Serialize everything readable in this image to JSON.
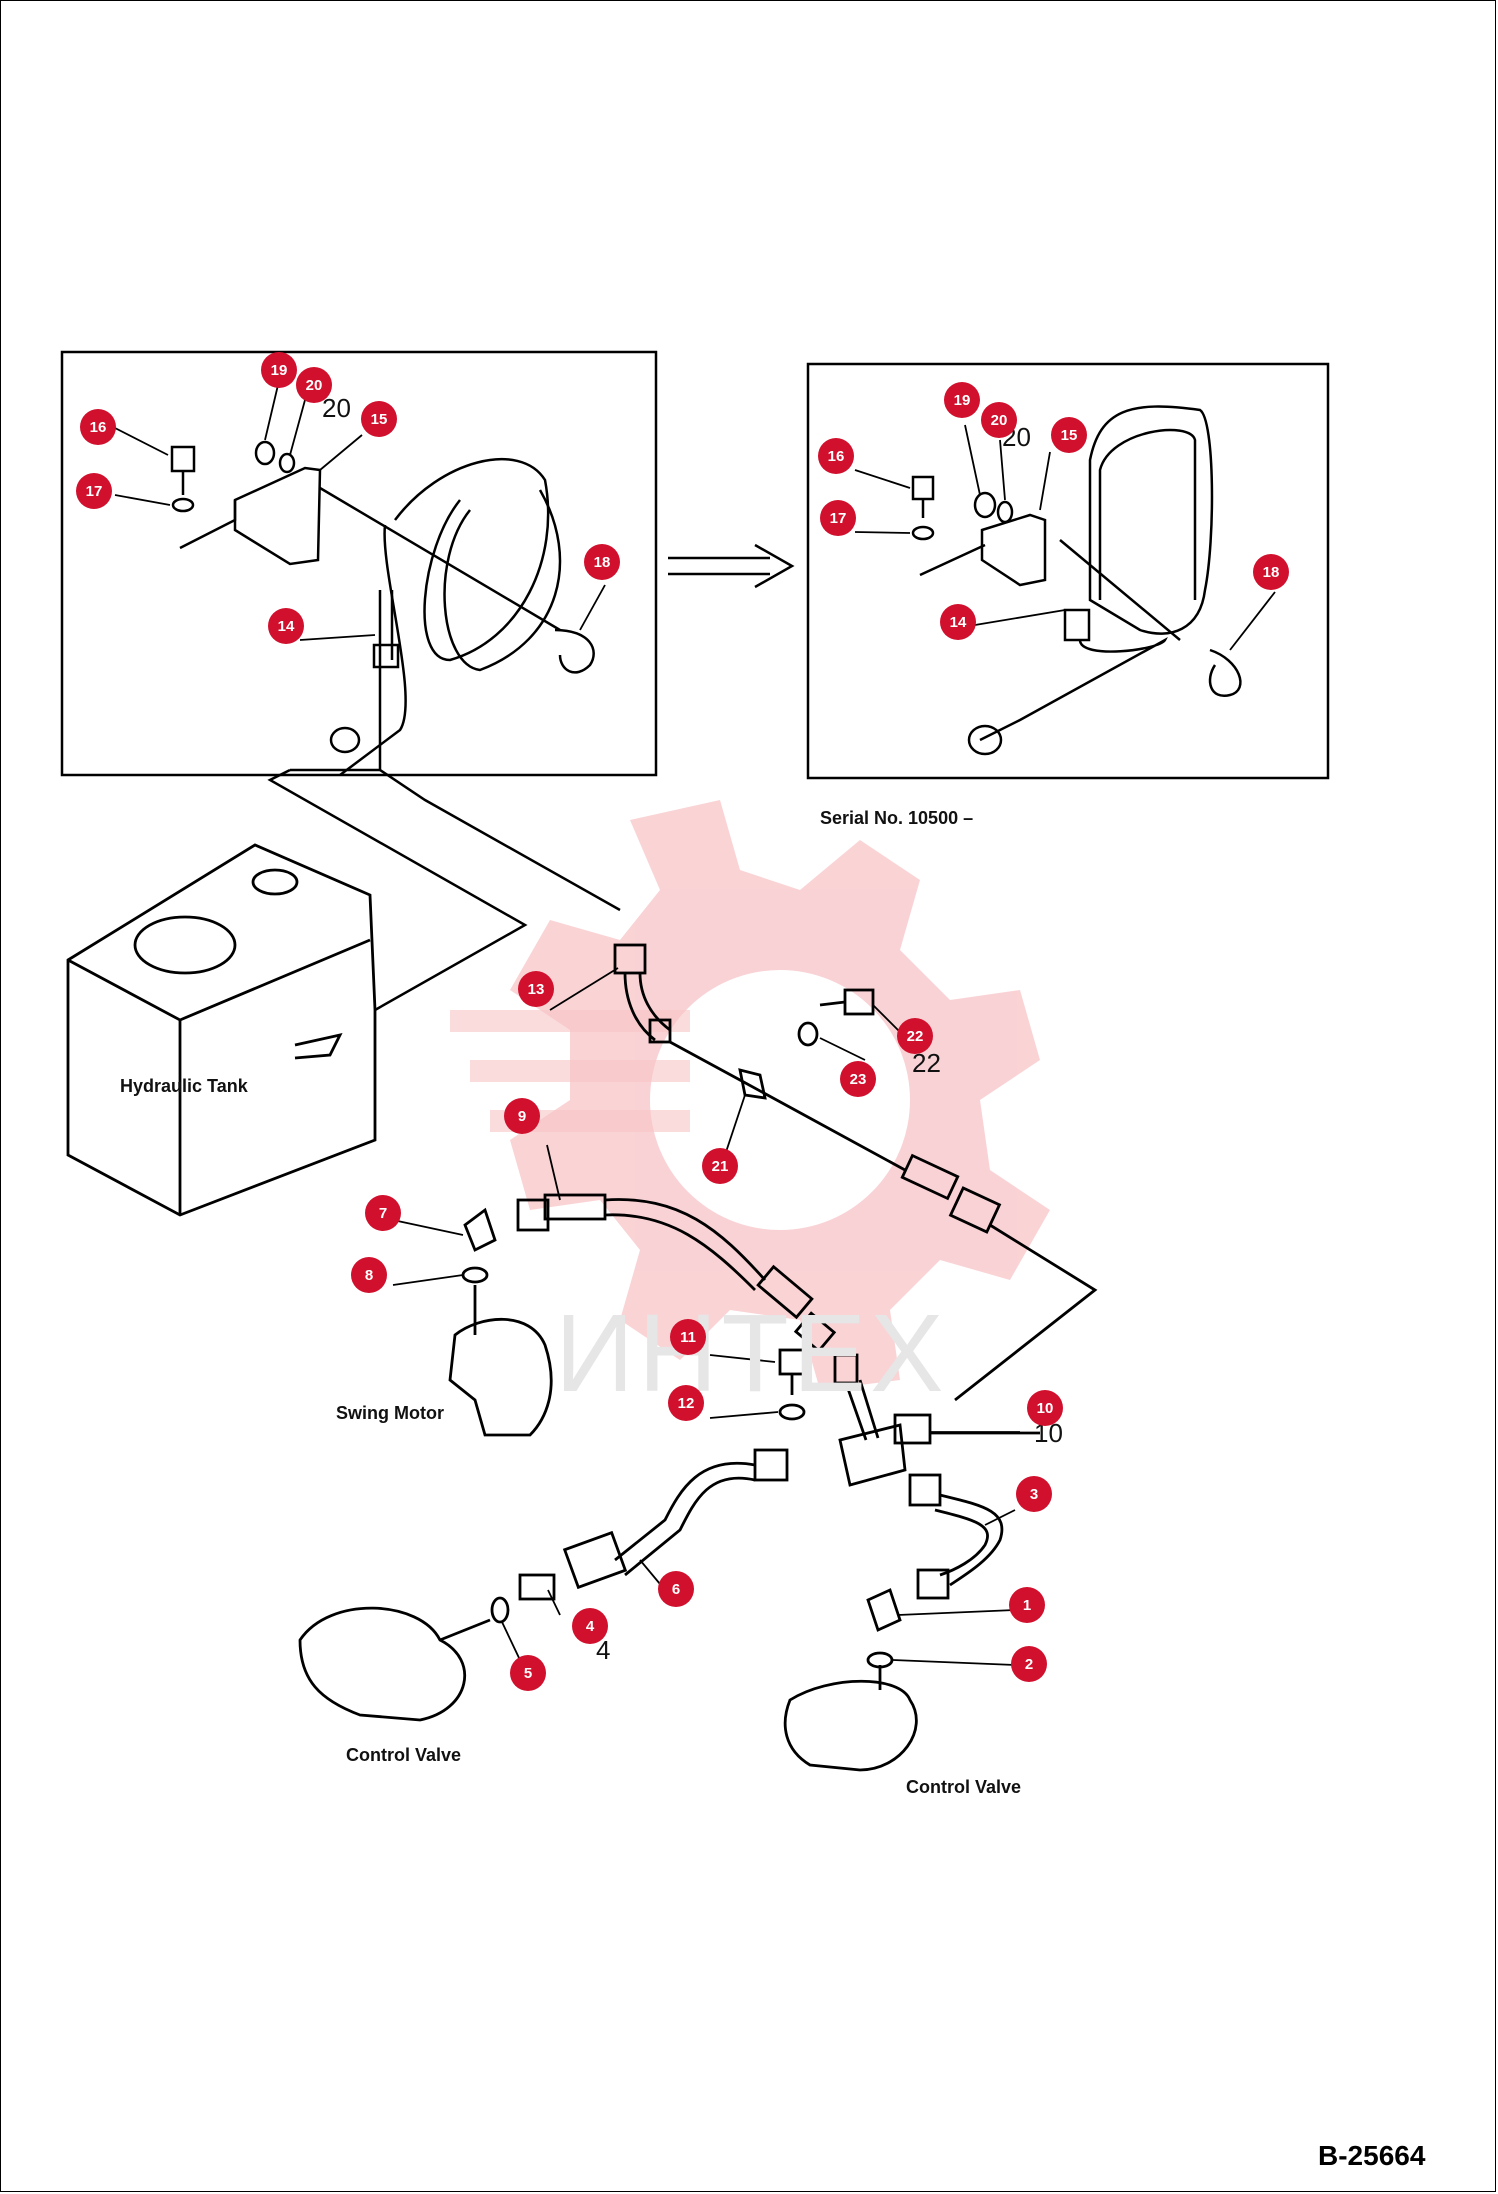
{
  "labels": {
    "hydraulic_tank": "Hydraulic Tank",
    "swing_motor": "Swing Motor",
    "control_valve_left": "Control Valve",
    "control_valve_right": "Control Valve",
    "serial_note": "Serial No. 10500 –"
  },
  "watermark": {
    "text": "ИНТЕХ",
    "color": "#f2a0a4"
  },
  "document_number": "B-25664",
  "marker_color": "#d0102d",
  "markers": [
    {
      "id": "1",
      "label": "1"
    },
    {
      "id": "2",
      "label": "2"
    },
    {
      "id": "3",
      "label": "3"
    },
    {
      "id": "4",
      "label": "4"
    },
    {
      "id": "5",
      "label": "5"
    },
    {
      "id": "6",
      "label": "6"
    },
    {
      "id": "7",
      "label": "7"
    },
    {
      "id": "8",
      "label": "8"
    },
    {
      "id": "9",
      "label": "9"
    },
    {
      "id": "10",
      "label": "10"
    },
    {
      "id": "11",
      "label": "11"
    },
    {
      "id": "12",
      "label": "12"
    },
    {
      "id": "13",
      "label": "13"
    },
    {
      "id": "14a",
      "label": "14"
    },
    {
      "id": "15a",
      "label": "15"
    },
    {
      "id": "16a",
      "label": "16"
    },
    {
      "id": "17a",
      "label": "17"
    },
    {
      "id": "18a",
      "label": "18"
    },
    {
      "id": "19a",
      "label": "19"
    },
    {
      "id": "20a",
      "label": "20"
    },
    {
      "id": "14b",
      "label": "14"
    },
    {
      "id": "15b",
      "label": "15"
    },
    {
      "id": "16b",
      "label": "16"
    },
    {
      "id": "17b",
      "label": "17"
    },
    {
      "id": "18b",
      "label": "18"
    },
    {
      "id": "19b",
      "label": "19"
    },
    {
      "id": "20b",
      "label": "20"
    },
    {
      "id": "21",
      "label": "21"
    },
    {
      "id": "22",
      "label": "22"
    },
    {
      "id": "23",
      "label": "23"
    }
  ],
  "printed_numbers": [
    {
      "id": "n20a",
      "text": "20"
    },
    {
      "id": "n20b",
      "text": "20"
    },
    {
      "id": "n22",
      "text": "22"
    },
    {
      "id": "n10",
      "text": "10"
    },
    {
      "id": "n4",
      "text": "4"
    }
  ]
}
